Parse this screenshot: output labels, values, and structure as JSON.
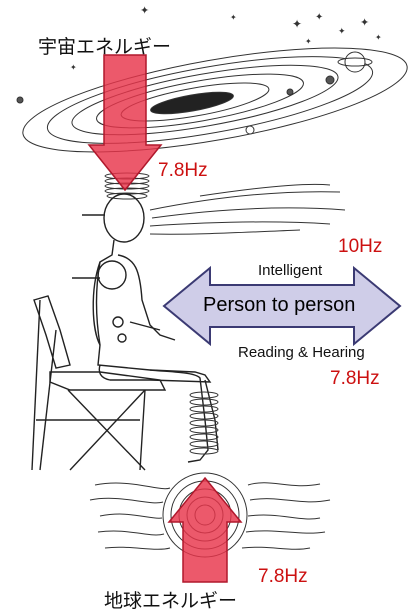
{
  "labels": {
    "cosmic_energy": "宇宙エネルギー",
    "earth_energy": "地球エネルギー",
    "freq_top": "7.8Hz",
    "freq_10": "10Hz",
    "freq_middle": "7.8Hz",
    "freq_bottom": "7.8Hz",
    "intelligent": "Intelligent",
    "person_to_person": "Person to person",
    "reading_hearing": "Reading & Hearing"
  },
  "colors": {
    "arrow_red": "#e8344b",
    "text_red": "#cc1010",
    "purple_arrow": "#cfcde8",
    "purple_border": "#3b3a73"
  }
}
